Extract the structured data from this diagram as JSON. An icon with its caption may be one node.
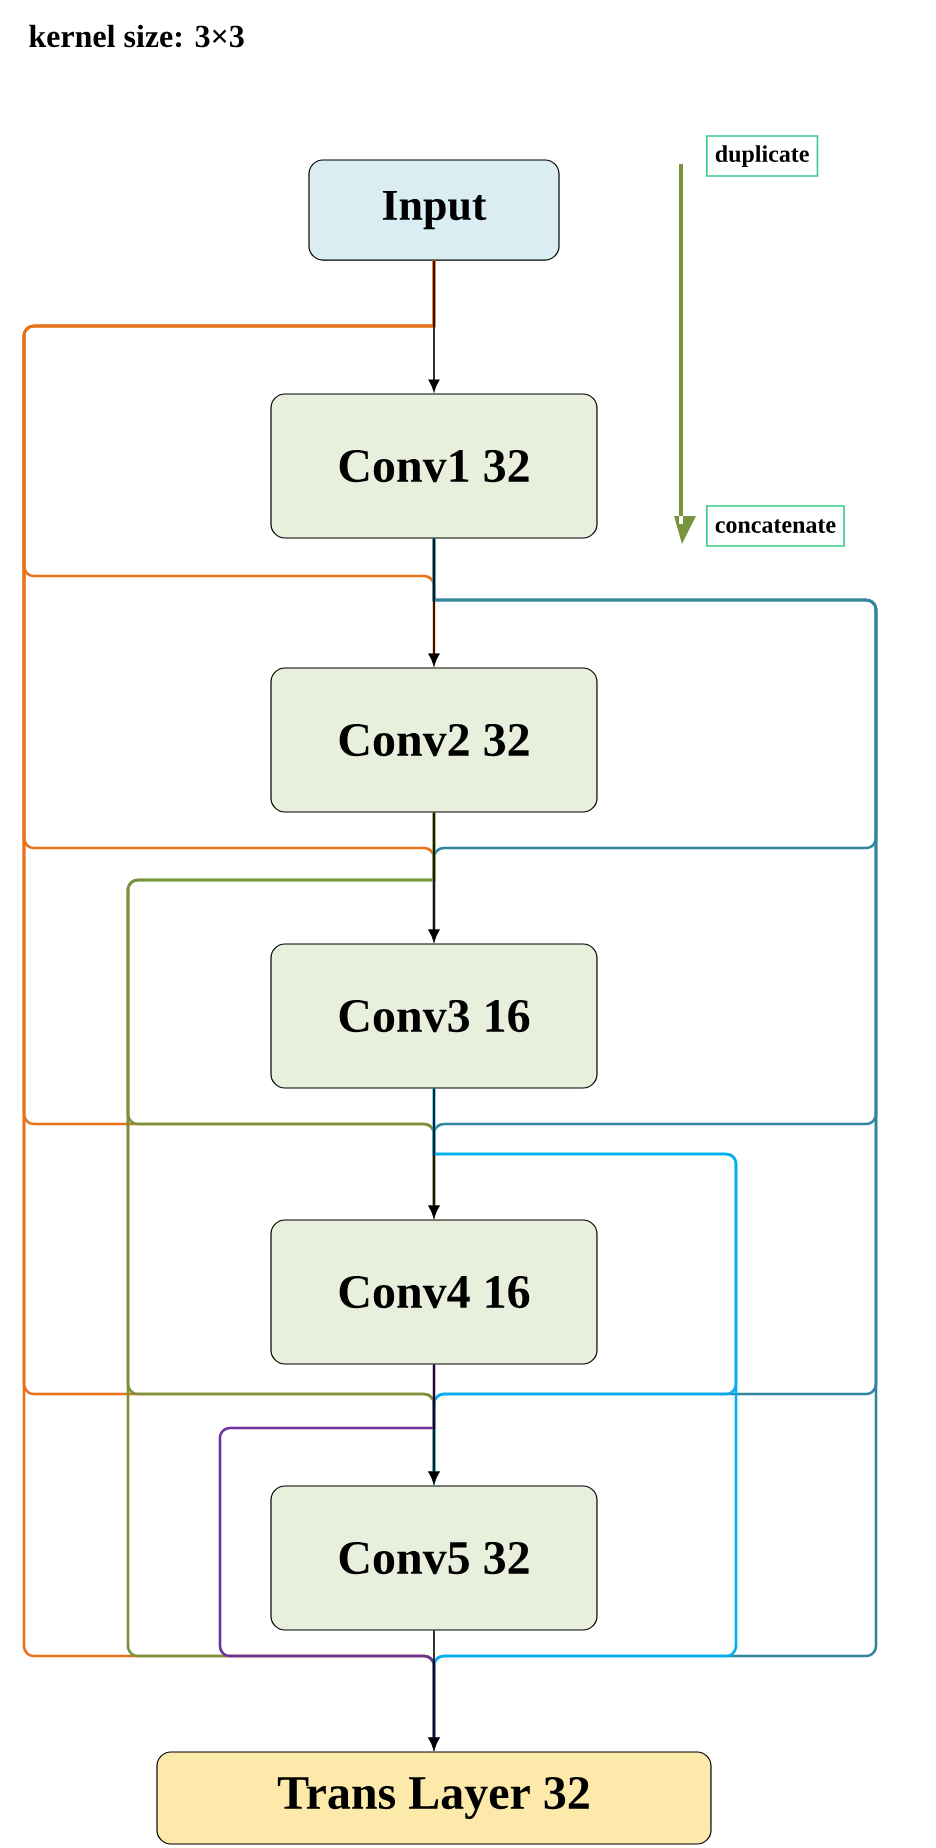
{
  "diagram": {
    "title": "kernel size: 3×3",
    "nodes": [
      {
        "text": [
          "Input"
        ]
      },
      {
        "text": [
          "Conv1 32"
        ]
      },
      {
        "text": [
          "Conv2 32"
        ]
      },
      {
        "text": [
          "Conv3 16"
        ]
      },
      {
        "text": [
          "Conv4 16"
        ]
      },
      {
        "text": [
          "Conv5 32"
        ]
      },
      {
        "text": [
          "Trans Layer 32"
        ]
      }
    ],
    "edges": [
      {
        "from": 0,
        "to": 1,
        "arrow": "to"
      },
      {
        "from": 1,
        "to": 2,
        "arrow": "to"
      },
      {
        "from": 2,
        "to": 3,
        "arrow": "to"
      },
      {
        "from": 3,
        "to": 4,
        "arrow": "to"
      },
      {
        "from": 4,
        "to": 5,
        "arrow": "to"
      },
      {
        "from": 5,
        "to": 6,
        "arrow": "to"
      },
      {
        "from": 0,
        "to": 2,
        "arrow": "to",
        "color": "#e8711a"
      },
      {
        "from": 0,
        "to": 3,
        "arrow": "to",
        "color": "#e8711a"
      },
      {
        "from": 0,
        "to": 4,
        "arrow": "to",
        "color": "#e8711a"
      },
      {
        "from": 0,
        "to": 5,
        "arrow": "to",
        "color": "#e8711a"
      },
      {
        "from": 0,
        "to": 6,
        "arrow": "to",
        "color": "#e8711a"
      },
      {
        "from": 1,
        "to": 3,
        "arrow": "to",
        "color": "#31859c"
      },
      {
        "from": 1,
        "to": 4,
        "arrow": "to",
        "color": "#31859c"
      },
      {
        "from": 1,
        "to": 5,
        "arrow": "to",
        "color": "#31859c"
      },
      {
        "from": 1,
        "to": 6,
        "arrow": "to",
        "color": "#31859c"
      },
      {
        "from": 2,
        "to": 4,
        "arrow": "to",
        "color": "#77933c"
      },
      {
        "from": 2,
        "to": 5,
        "arrow": "to",
        "color": "#77933c"
      },
      {
        "from": 2,
        "to": 6,
        "arrow": "to",
        "color": "#77933c"
      },
      {
        "from": 3,
        "to": 5,
        "arrow": "to",
        "color": "#00b0f0"
      },
      {
        "from": 3,
        "to": 6,
        "arrow": "to",
        "color": "#00b0f0"
      },
      {
        "from": 4,
        "to": 6,
        "arrow": "to",
        "color": "#7030a0"
      }
    ],
    "labels": [
      "duplicate",
      "concatenate"
    ]
  }
}
